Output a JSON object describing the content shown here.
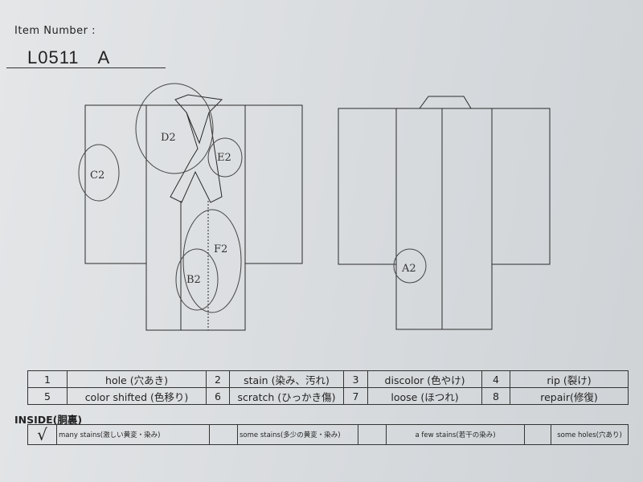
{
  "item": {
    "label": "Item Number :",
    "value": "L0511　A"
  },
  "marks": [
    "D2",
    "E2",
    "C2",
    "F2",
    "B2",
    "A2"
  ],
  "legend": [
    {
      "num": "1",
      "label": "hole (穴あき)"
    },
    {
      "num": "2",
      "label": "stain (染み、汚れ)"
    },
    {
      "num": "3",
      "label": "discolor (色やけ)"
    },
    {
      "num": "4",
      "label": "rip (裂け)"
    },
    {
      "num": "5",
      "label": "color shifted (色移り)"
    },
    {
      "num": "6",
      "label": "scratch (ひっかき傷)"
    },
    {
      "num": "7",
      "label": "loose (ほつれ)"
    },
    {
      "num": "8",
      "label": "repair(修復)"
    }
  ],
  "inside": {
    "title": "INSIDE(胴裏)",
    "check": "√",
    "options": [
      "many stains(激しい黄変・染み)",
      "some stains(多少の黄変・染み)",
      "a few stains(若干の染み)",
      "some holes(穴あり)"
    ]
  }
}
